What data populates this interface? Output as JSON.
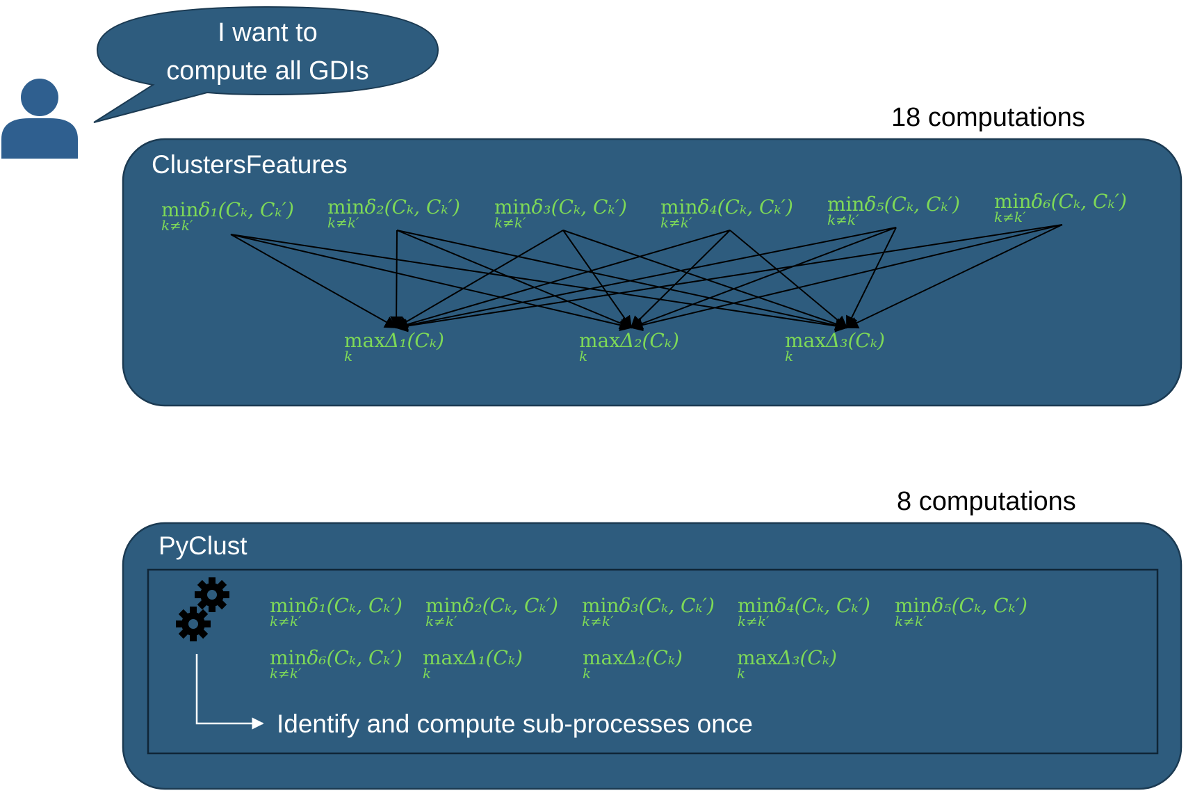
{
  "speech": {
    "line1": "I want to",
    "line2": "compute all GDIs"
  },
  "top_panel": {
    "count_label": "18 computations",
    "title": "ClustersFeatures"
  },
  "bottom_panel": {
    "count_label": "8 computations",
    "title": "PyClust",
    "note": "Identify and compute sub-processes once"
  },
  "formulas": {
    "min_op": "min",
    "max_op": "max",
    "min_under": "k≠k′",
    "max_under": "k",
    "delta": [
      "δ₁(Cₖ, Cₖ′)",
      "δ₂(Cₖ, Cₖ′)",
      "δ₃(Cₖ, Cₖ′)",
      "δ₄(Cₖ, Cₖ′)",
      "δ₅(Cₖ, Cₖ′)",
      "δ₆(Cₖ, Cₖ′)"
    ],
    "Delta": [
      "Δ₁(Cₖ)",
      "Δ₂(Cₖ)",
      "Δ₃(Cₖ)"
    ]
  },
  "colors": {
    "panel_fill": "#2e5c7e",
    "panel_border": "#1b3a52",
    "formula_text": "#7ed957",
    "user_icon": "#2f5f8f",
    "arrow": "#000000"
  },
  "icons": [
    "user-icon",
    "gears-icon",
    "arrow-right-icon"
  ]
}
